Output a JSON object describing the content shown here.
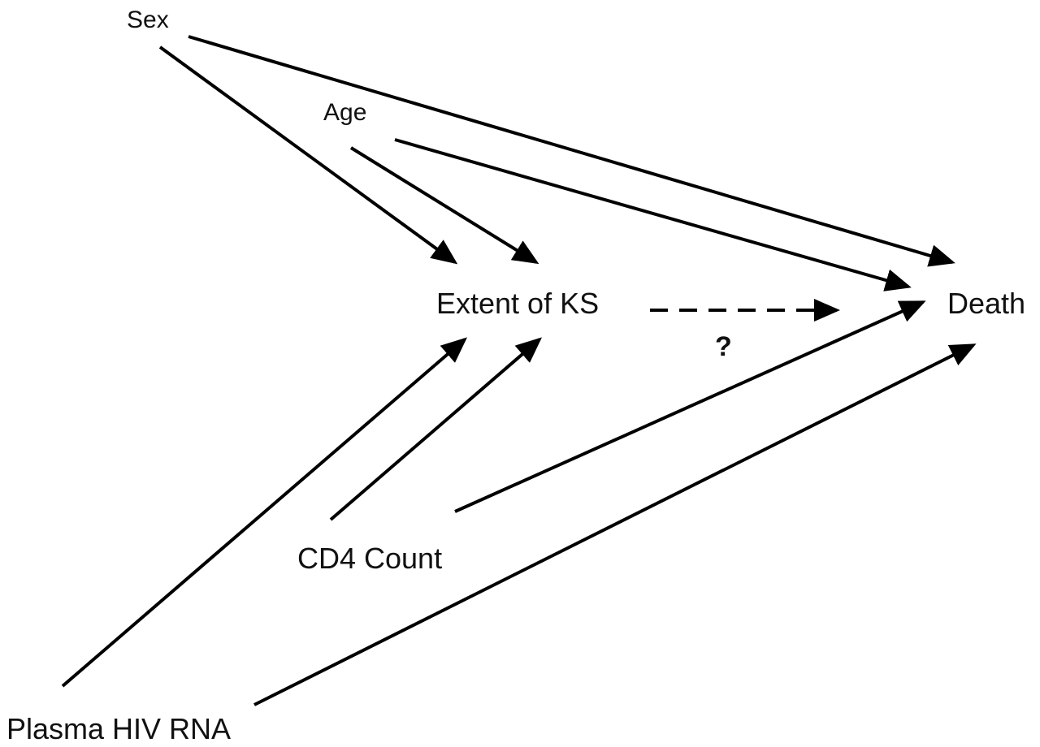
{
  "nodes": {
    "sex": "Sex",
    "age": "Age",
    "extent_ks": "Extent of KS",
    "death": "Death",
    "cd4_count": "CD4 Count",
    "plasma_hiv_rna": "Plasma HIV RNA"
  },
  "edges": [
    {
      "from": "Sex",
      "to": "Extent of KS",
      "style": "solid"
    },
    {
      "from": "Sex",
      "to": "Death",
      "style": "solid"
    },
    {
      "from": "Age",
      "to": "Extent of KS",
      "style": "solid"
    },
    {
      "from": "Age",
      "to": "Death",
      "style": "solid"
    },
    {
      "from": "Plasma HIV RNA",
      "to": "Extent of KS",
      "style": "solid"
    },
    {
      "from": "Plasma HIV RNA",
      "to": "Death",
      "style": "solid"
    },
    {
      "from": "CD4 Count",
      "to": "Extent of KS",
      "style": "solid"
    },
    {
      "from": "CD4 Count",
      "to": "Death",
      "style": "solid"
    },
    {
      "from": "Extent of KS",
      "to": "Death",
      "style": "dashed"
    }
  ],
  "dashed_edge_label": "?",
  "colors": {
    "ink": "#000000",
    "background": "#ffffff"
  }
}
